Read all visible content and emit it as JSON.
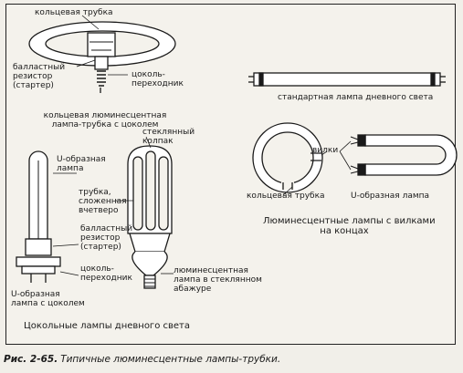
{
  "labels": {
    "ring_tube_top": "кольцевая трубка",
    "ballast": "балластный\nрезистор\n(стартер)",
    "adapter_base": "цоколь-\nпереходник",
    "ring_lamp_caption": "кольцевая люминесцентная\nлампа-трубка с цоколем",
    "standard_lamp": "стандартная лампа дневного света",
    "pins": "вилки",
    "ring_tube_right": "кольцевая трубка",
    "u_lamp_right": "U-образная лампа",
    "pin_lamps_title": "Люминесцентные лампы с вилками\nна концах",
    "glass_cap": "стеклянный\nколпак",
    "u_lamp_left": "U-образная\nлампа",
    "folded_tube": "трубка,\nсложенная\nвчетверо",
    "ballast2": "балластный\nрезистор\n(стартер)",
    "adapter_base2": "цоколь-\nпереходник",
    "shade_lamp": "люминесцентная\nлампа в стеклянном\nабажуре",
    "u_base_lamp": "U-образная\nлампа с цоколем",
    "base_lamps_title": "Цокольные лампы дневного света"
  },
  "caption": {
    "number": "Рис. 2-65.",
    "text": "Типичные люминесцентные лампы-трубки."
  }
}
